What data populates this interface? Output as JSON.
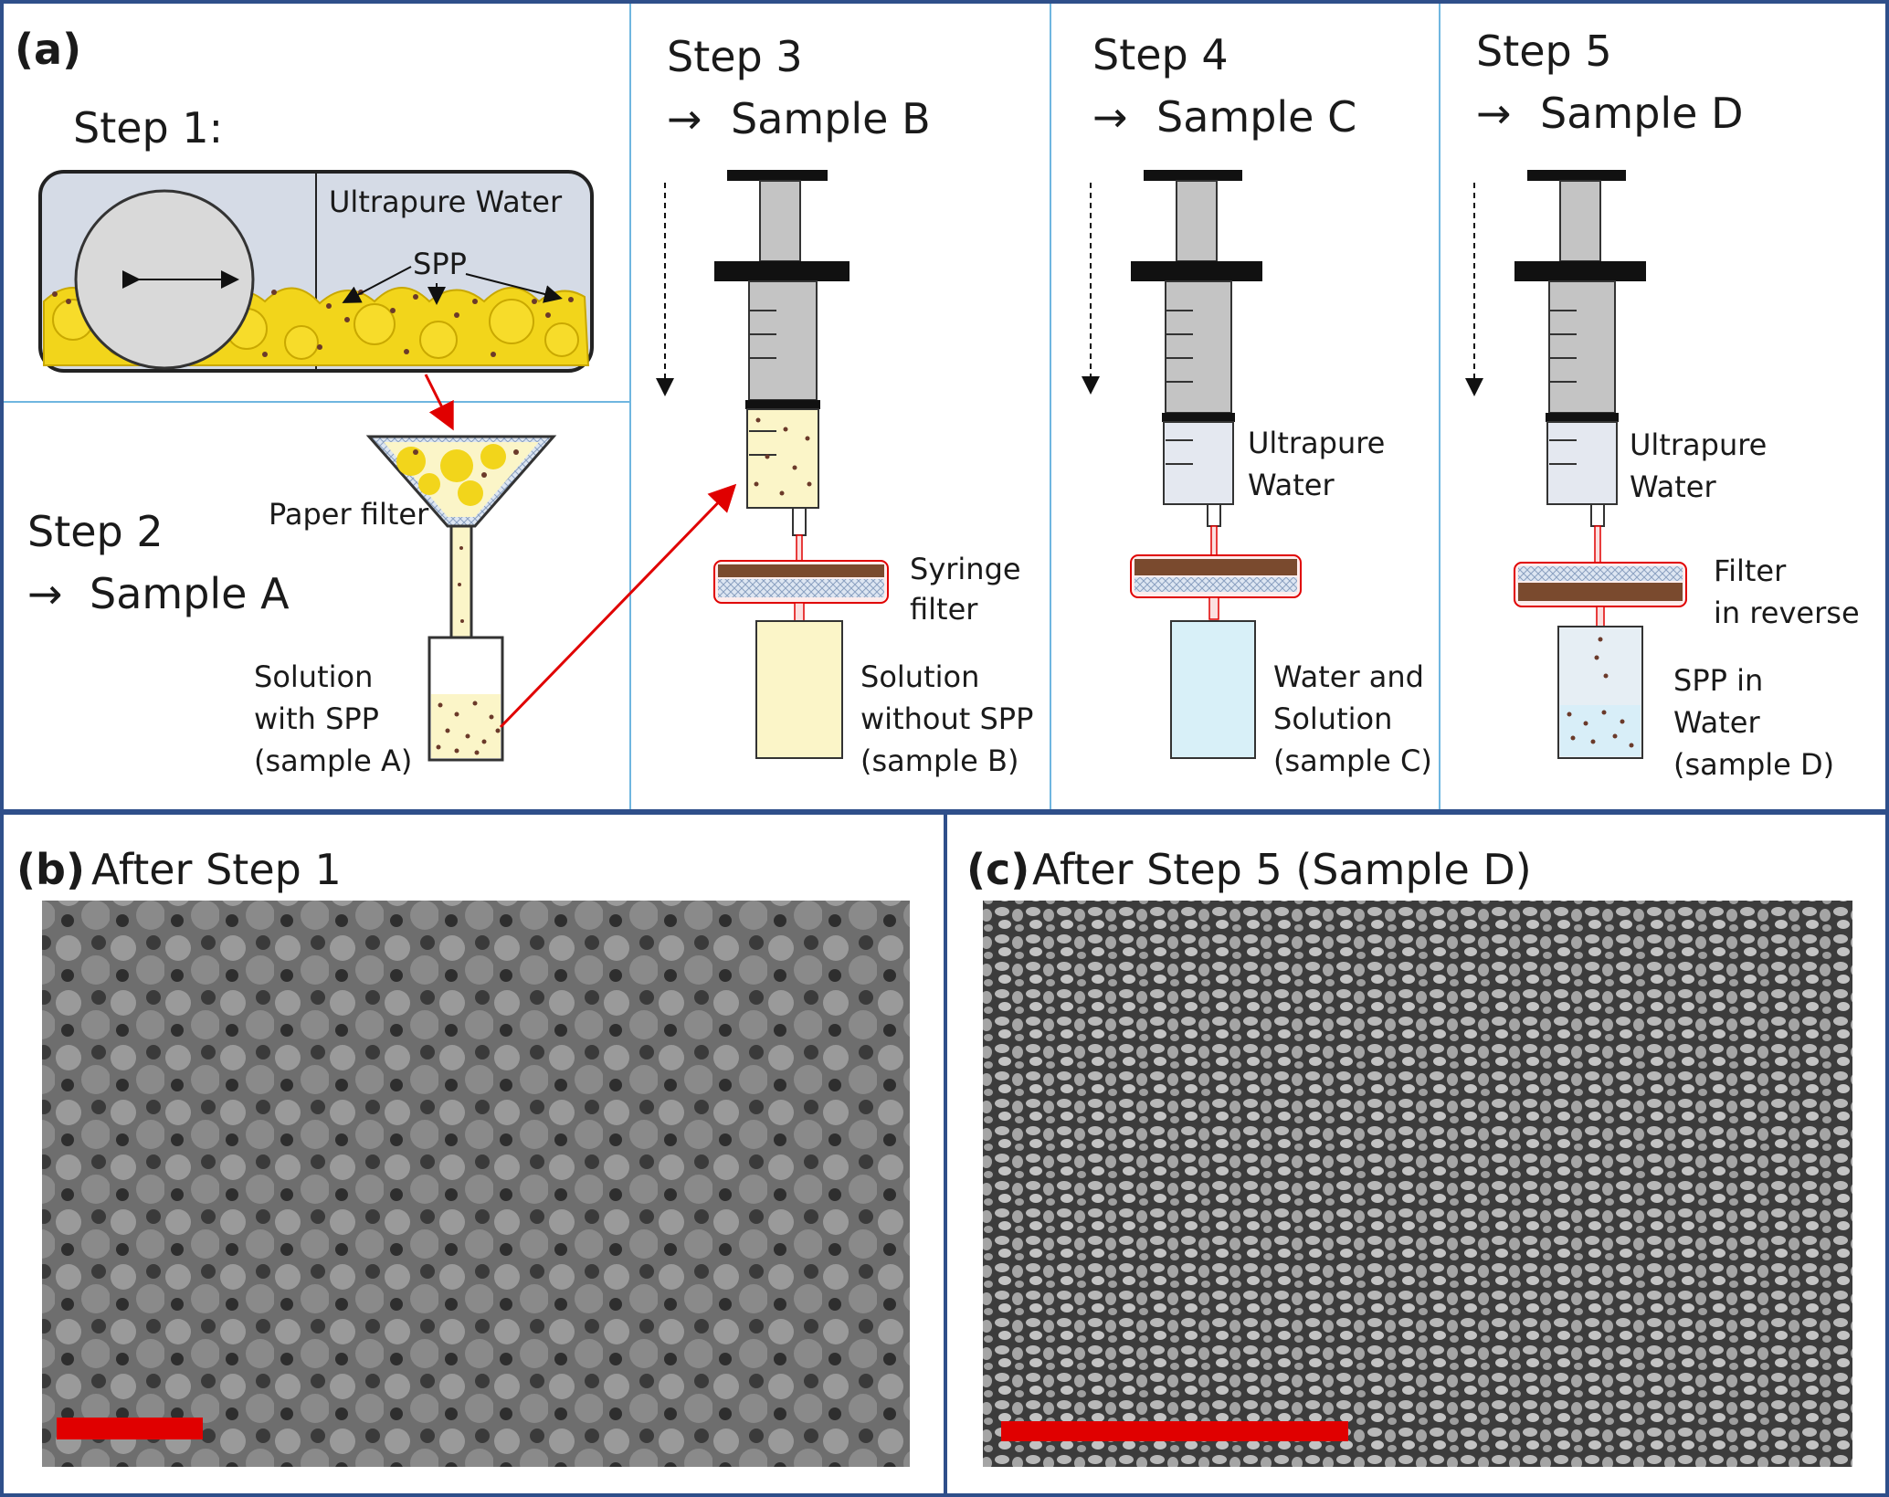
{
  "panel_a": {
    "label": "(a)",
    "step1": {
      "title": "Step 1:",
      "water_label": "Ultrapure Water",
      "spp_label": "SPP"
    },
    "step2": {
      "title_line1": "Step 2",
      "title_line2": "Sample A",
      "paper_filter": "Paper filter",
      "solution_line1": "Solution",
      "solution_line2": "with SPP",
      "solution_line3": "(sample A)"
    },
    "step3": {
      "title_line1": "Step 3",
      "title_line2": "Sample B",
      "syringe_filter_line1": "Syringe",
      "syringe_filter_line2": "filter",
      "solution_line1": "Solution",
      "solution_line2": "without SPP",
      "solution_line3": "(sample B)"
    },
    "step4": {
      "title_line1": "Step 4",
      "title_line2": "Sample C",
      "water_line1": "Ultrapure",
      "water_line2": "Water",
      "result_line1": "Water and",
      "result_line2": "Solution",
      "result_line3": "(sample C)"
    },
    "step5": {
      "title_line1": "Step 5",
      "title_line2": "Sample D",
      "water_line1": "Ultrapure",
      "water_line2": "Water",
      "filter_line1": "Filter",
      "filter_line2": "in reverse",
      "result_line1": "SPP in",
      "result_line2": "Water",
      "result_line3": "(sample D)"
    },
    "arrow_glyph": "→"
  },
  "panel_b": {
    "label": "(b)",
    "title": "After Step 1"
  },
  "panel_c": {
    "label": "(c)",
    "title": "After Step 5 (Sample D)"
  },
  "colors": {
    "frame": "#2f4f8a",
    "divider": "#6fb6e0",
    "pollen": "#f2d51b",
    "spp_dot": "#6b3a2a",
    "solution_yellow": "#fbf5c8",
    "water_blue": "#d8f0f8",
    "scale_bar": "#e00000",
    "arrow_red": "#e00000"
  }
}
